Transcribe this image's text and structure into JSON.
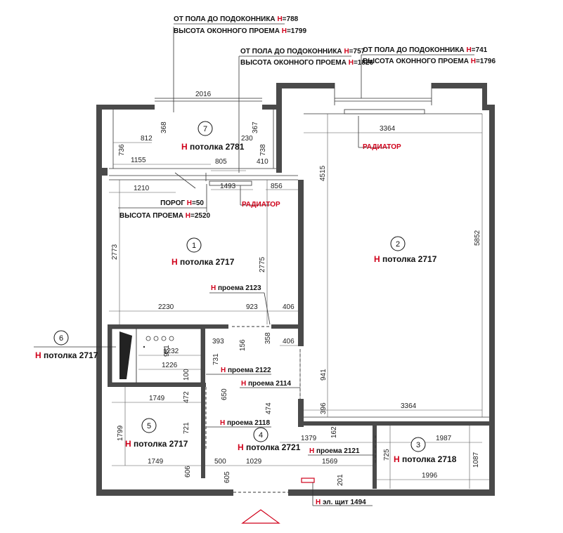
{
  "window_notes": [
    {
      "line1": "ОТ ПОЛА ДО ПОДОКОННИКА ",
      "h1": "H",
      "v1": "=788",
      "line2": "ВЫСОТА ОКОННОГО ПРОЕМА ",
      "h2": "H",
      "v2": "=1799"
    },
    {
      "line1": "ОТ ПОЛА ДО ПОДОКОННИКА ",
      "h1": "H",
      "v1": "=757",
      "line2": "ВЫСОТА ОКОННОГО ПРОЕМА ",
      "h2": "H",
      "v2": "=1826"
    },
    {
      "line1": "ОТ ПОЛА ДО ПОДОКОННИКА ",
      "h1": "H",
      "v1": "=741",
      "line2": "ВЫСОТА ОКОННОГО ПРОЕМА ",
      "h2": "H",
      "v2": "=1796"
    }
  ],
  "rooms": [
    {
      "num": "1",
      "h": "H",
      "label": " потолка 2717"
    },
    {
      "num": "2",
      "h": "H",
      "label": " потолка 2717"
    },
    {
      "num": "3",
      "h": "H",
      "label": " потолка 2718"
    },
    {
      "num": "4",
      "h": "H",
      "label": " потолка 2721"
    },
    {
      "num": "5",
      "h": "H",
      "label": " потолка 2717"
    },
    {
      "num": "6",
      "h": "H",
      "label": " потолка 2717"
    },
    {
      "num": "7",
      "h": "H",
      "label": " потолка 2781"
    }
  ],
  "radiator_label": "РАДИАТОР",
  "threshold": {
    "l1": "ПОРОГ ",
    "h1": "H",
    "v1": "=50",
    "l2": "ВЫСОТА ПРОЕМА ",
    "h2": "H",
    "v2": "=2520"
  },
  "openings": [
    {
      "h": "H",
      "text": " проема 2123"
    },
    {
      "h": "H",
      "text": " проема 2122"
    },
    {
      "h": "H",
      "text": " проема 2114"
    },
    {
      "h": "H",
      "text": " проема 2118"
    },
    {
      "h": "H",
      "text": " проема 2121"
    }
  ],
  "panel": {
    "h": "H",
    "text": " эл. щит 1494"
  },
  "dims": {
    "d2016": "2016",
    "d368": "368",
    "d367": "367",
    "d812": "812",
    "d736": "736",
    "d230": "230",
    "d738": "738",
    "d1155": "1155",
    "d805": "805",
    "d410": "410",
    "d1210": "1210",
    "d1493": "1493",
    "d856": "856",
    "d3364a": "3364",
    "d4515": "4515",
    "d5852": "5852",
    "d2773": "2773",
    "d2775": "2775",
    "d2230": "2230",
    "d923": "923",
    "d406a": "406",
    "d406b": "406",
    "d358": "358",
    "d393": "393",
    "d156": "156",
    "d981": "981",
    "d1232": "1232",
    "d731": "731",
    "d1226": "1226",
    "d100": "100",
    "d941": "941",
    "d650": "650",
    "d472": "472",
    "d1749a": "1749",
    "d474": "474",
    "d396": "396",
    "d3364b": "3364",
    "d1799": "1799",
    "d721": "721",
    "d1379": "1379",
    "d162": "162",
    "d1987": "1987",
    "d725": "725",
    "d1087": "1087",
    "d1749b": "1749",
    "d606": "606",
    "d500": "500",
    "d1029": "1029",
    "d1569": "1569",
    "d201": "201",
    "d1996": "1996",
    "d605": "605"
  }
}
